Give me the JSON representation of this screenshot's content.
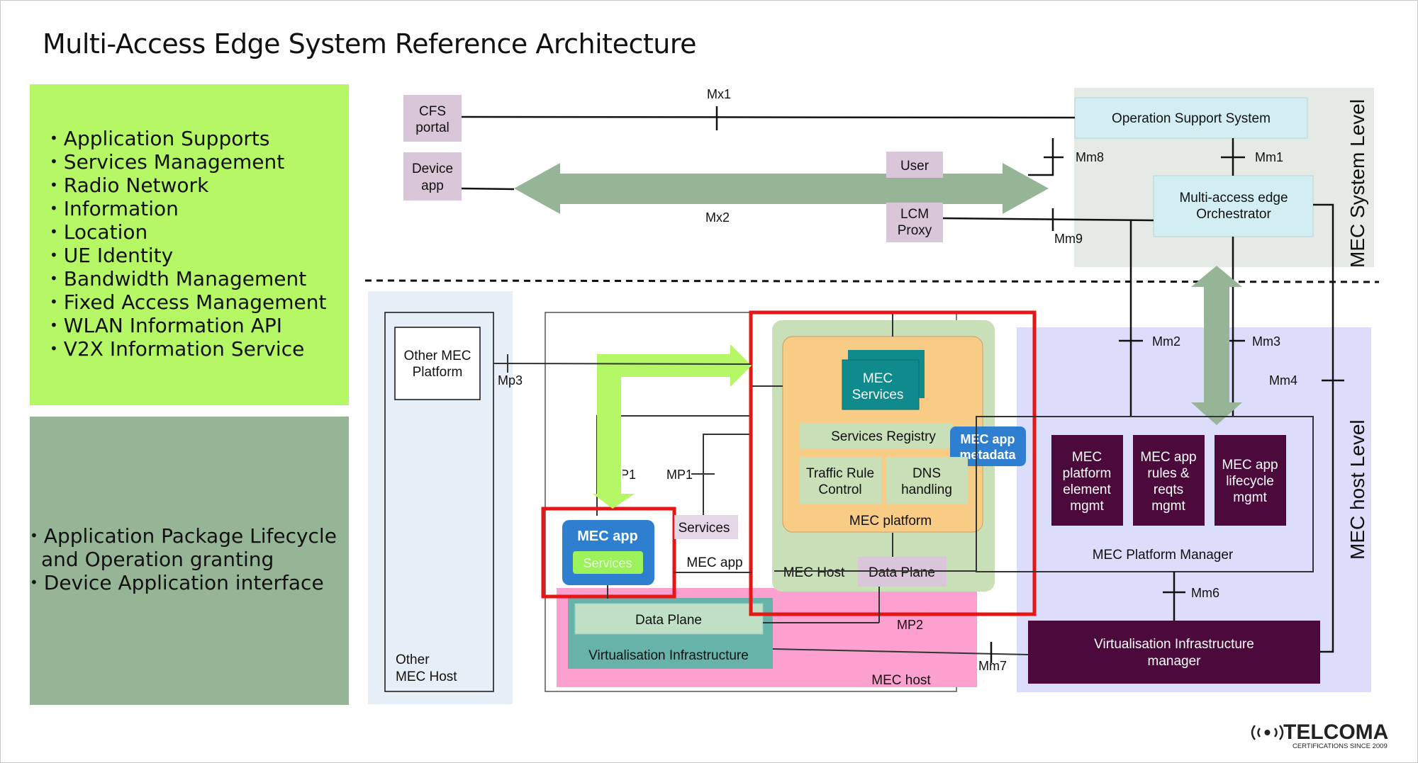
{
  "title": "Multi-Access Edge System Reference Architecture",
  "left_panel_top": {
    "items": [
      "Application Supports",
      "Services Management",
      "Radio Network",
      "Information",
      "Location",
      "UE Identity",
      "Bandwidth Management",
      "Fixed Access  Management",
      "WLAN Information API",
      "V2X Information Service"
    ]
  },
  "left_panel_bottom": {
    "items": [
      "Application Package Lifecycle",
      "and Operation granting",
      "Device Application interface"
    ]
  },
  "diagram": {
    "cfs_portal": [
      "CFS",
      "portal"
    ],
    "device_app": [
      "Device",
      "app"
    ],
    "user": "User",
    "lcm_proxy": [
      "LCM",
      "Proxy"
    ],
    "oss": "Operation Support System",
    "orchestrator": [
      "Multi-access edge",
      "Orchestrator"
    ],
    "system_level": "MEC System Level",
    "host_level": "MEC host Level",
    "ref": {
      "mx1": "Mx1",
      "mx2": "Mx2",
      "mm8": "Mm8",
      "mm1": "Mm1",
      "mm9": "Mm9",
      "mm2": "Mm2",
      "mm3": "Mm3",
      "mm4": "Mm4",
      "mm6": "Mm6",
      "mm7": "Mm7",
      "mp3": "Mp3",
      "mp1a": "MP1",
      "mp1b": "MP1",
      "mp2": "MP2"
    },
    "other_mec_platform": [
      "Other MEC",
      "Platform"
    ],
    "other_mec_host": [
      "Other",
      "MEC Host"
    ],
    "mec_services": [
      "MEC",
      "Services"
    ],
    "services_registry": "Services Registry",
    "mec_app_metadata": [
      "MEC app",
      "metadata"
    ],
    "traffic_rule": [
      "Traffic Rule",
      "Control"
    ],
    "dns": [
      "DNS",
      "handling"
    ],
    "mec_platform": "MEC platform",
    "mec_host_inner": "MEC Host",
    "data_plane_inner": "Data Plane",
    "services_tag": "Services",
    "mec_app_label": "MEC app",
    "mec_app": "MEC app",
    "mec_app_services": "Services",
    "data_plane": "Data Plane",
    "virt_infra": "Virtualisation Infrastructure",
    "mec_host": "MEC host",
    "pm_boxes": [
      [
        "MEC",
        "platform",
        "element",
        "mgmt"
      ],
      [
        "MEC app",
        "rules &",
        "reqts",
        "mgmt"
      ],
      [
        "MEC app",
        "lifecycle",
        "mgmt"
      ]
    ],
    "platform_manager": "MEC Platform Manager",
    "vim": [
      "Virtualisation Infrastructure",
      "manager"
    ]
  },
  "logo": {
    "name": "TELCOMA",
    "tagline": "CERTIFICATIONS SINCE 2009"
  },
  "colors": {
    "green": "#b6f766",
    "sage": "#96b596",
    "lavender": "#dcdcfb",
    "pink": "#fba0cf",
    "orange": "#f9cc85",
    "teal": "#0f8a8d",
    "blue": "#2f7fd0",
    "purple": "#4b0a3b",
    "red": "#e61616"
  }
}
